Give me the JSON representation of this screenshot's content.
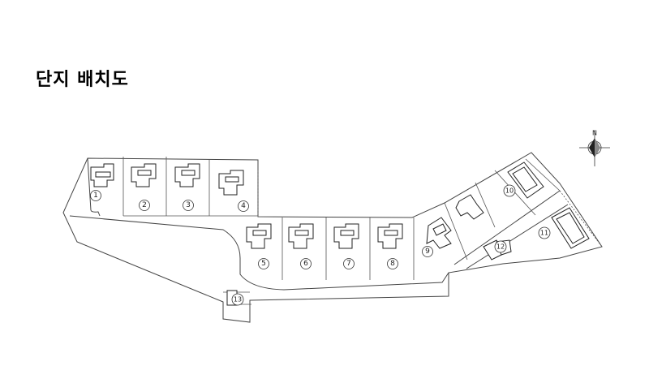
{
  "title": "단지 배치도",
  "compass": {
    "label": "N",
    "icon": "north-arrow-icon"
  },
  "lots": [
    {
      "label": "1"
    },
    {
      "label": "2"
    },
    {
      "label": "3"
    },
    {
      "label": "4"
    },
    {
      "label": "5"
    },
    {
      "label": "6"
    },
    {
      "label": "7"
    },
    {
      "label": "8"
    },
    {
      "label": "9"
    },
    {
      "label": "10"
    },
    {
      "label": "11"
    },
    {
      "label": "12"
    },
    {
      "label": "13"
    }
  ]
}
